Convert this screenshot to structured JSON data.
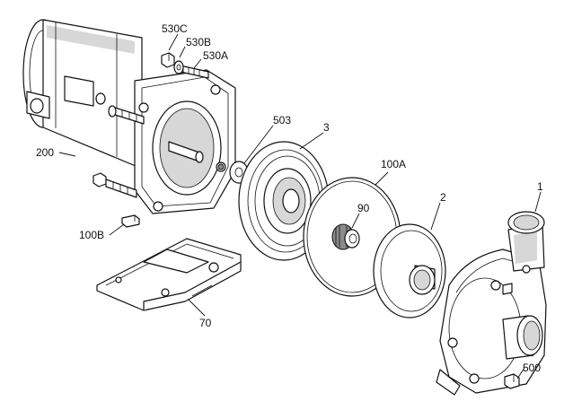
{
  "labels": {
    "p530C": "530C",
    "p530B": "530B",
    "p530A": "530A",
    "p200": "200",
    "p503": "503",
    "p3": "3",
    "p100A": "100A",
    "p90": "90",
    "p2": "2",
    "p1": "1",
    "p100B": "100B",
    "p70": "70",
    "p500": "500"
  },
  "icons": {
    "motor": "motor-icon",
    "seal_plate": "seal-plate-icon",
    "gasket": "gasket-icon",
    "seal": "mechanical-seal-icon",
    "impeller": "impeller-icon",
    "pump_casing": "pump-casing-icon",
    "base": "mounting-base-icon",
    "bolt": "bolt-icon",
    "nut": "nut-icon",
    "washer": "washer-icon",
    "key": "key-icon",
    "drain_plug": "drain-plug-icon"
  }
}
